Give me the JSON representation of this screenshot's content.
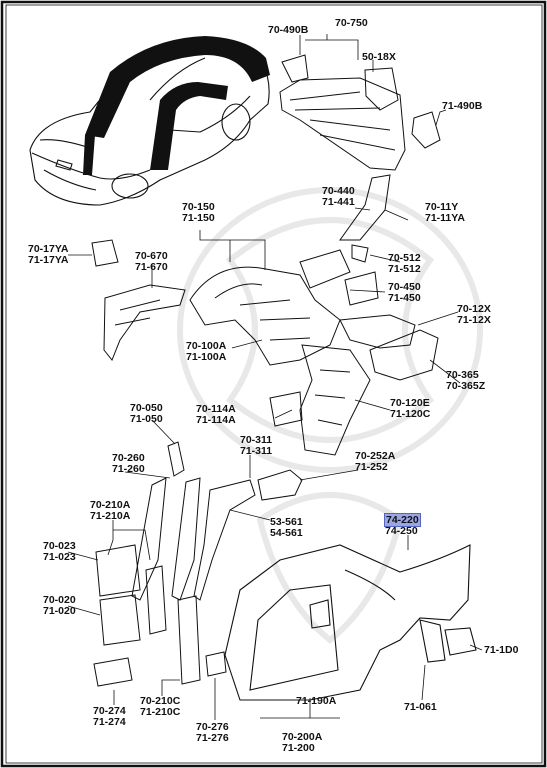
{
  "diagram": {
    "colors": {
      "ink": "#111111",
      "highlight": "#9aa6e4",
      "background": "#ffffff"
    },
    "labels": {
      "p70_490B": "70-490B",
      "p70_750": "70-750",
      "p50_18X": "50-18X",
      "p71_490B": "71-490B",
      "p70_440": "70-440",
      "p71_441": "71-441",
      "p70_11Y": "70-11Y",
      "p71_11YA": "71-11YA",
      "p70_150": "70-150",
      "p71_150": "71-150",
      "p70_17YA": "70-17YA",
      "p71_17YA": "71-17YA",
      "p70_670": "70-670",
      "p71_670": "71-670",
      "p70_512": "70-512",
      "p71_512": "71-512",
      "p70_450": "70-450",
      "p71_450": "71-450",
      "p70_12X": "70-12X",
      "p71_12X": "71-12X",
      "p70_100A": "70-100A",
      "p71_100A": "71-100A",
      "p70_365": "70-365",
      "p70_365Z": "70-365Z",
      "p70_050": "70-050",
      "p71_050": "71-050",
      "p70_114A": "70-114A",
      "p71_114A": "71-114A",
      "p70_120E": "70-120E",
      "p71_120C": "71-120C",
      "p70_311": "70-311",
      "p71_311": "71-311",
      "p70_260": "70-260",
      "p71_260": "71-260",
      "p70_252A": "70-252A",
      "p71_252": "71-252",
      "p70_210A": "70-210A",
      "p71_210A": "71-210A",
      "p74_220": "74-220",
      "p74_250": "74-250",
      "p53_561": "53-561",
      "p54_561": "54-561",
      "p70_023": "70-023",
      "p71_023": "71-023",
      "p70_020": "70-020",
      "p71_020": "71-020",
      "p71_1D0": "71-1D0",
      "p71_190A": "71-190A",
      "p70_210C": "70-210C",
      "p71_210C": "71-210C",
      "p70_274": "70-274",
      "p71_274": "71-274",
      "p70_276": "70-276",
      "p71_276": "71-276",
      "p70_200A": "70-200A",
      "p71_200": "71-200",
      "p71_061": "71-061"
    }
  }
}
